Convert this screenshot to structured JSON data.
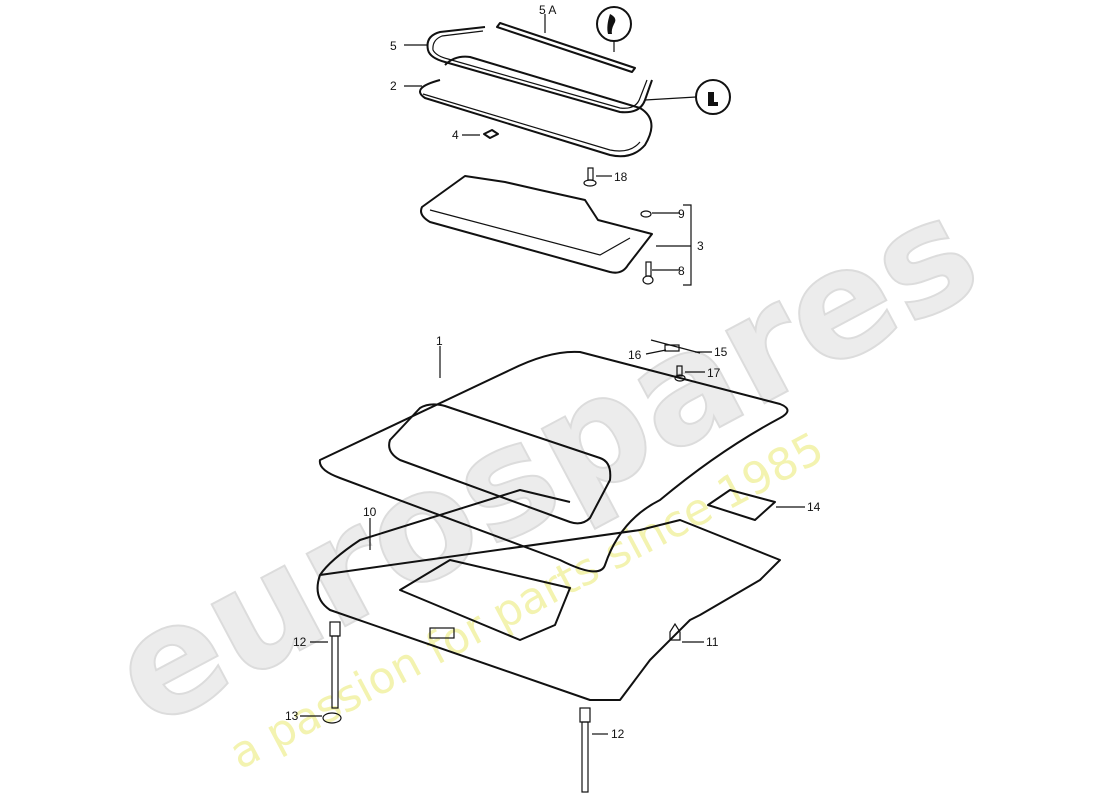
{
  "watermark": {
    "brand": "eurospares",
    "tagline": "a passion for parts since 1985",
    "brand_color": "#e6e6e6",
    "tagline_color": "#f0f0a0"
  },
  "callouts": [
    {
      "id": "5A",
      "label": "5 A"
    },
    {
      "id": "5",
      "label": "5"
    },
    {
      "id": "2",
      "label": "2"
    },
    {
      "id": "4",
      "label": "4"
    },
    {
      "id": "18",
      "label": "18"
    },
    {
      "id": "9",
      "label": "9"
    },
    {
      "id": "3",
      "label": "3"
    },
    {
      "id": "8",
      "label": "8"
    },
    {
      "id": "1",
      "label": "1"
    },
    {
      "id": "15",
      "label": "15"
    },
    {
      "id": "16",
      "label": "16"
    },
    {
      "id": "17",
      "label": "17"
    },
    {
      "id": "10",
      "label": "10"
    },
    {
      "id": "14",
      "label": "14"
    },
    {
      "id": "12a",
      "label": "12"
    },
    {
      "id": "11",
      "label": "11"
    },
    {
      "id": "13",
      "label": "13"
    },
    {
      "id": "12b",
      "label": "12"
    }
  ],
  "detail_icons": [
    "seal-profile-detail-icon",
    "seal-clip-detail-icon"
  ]
}
